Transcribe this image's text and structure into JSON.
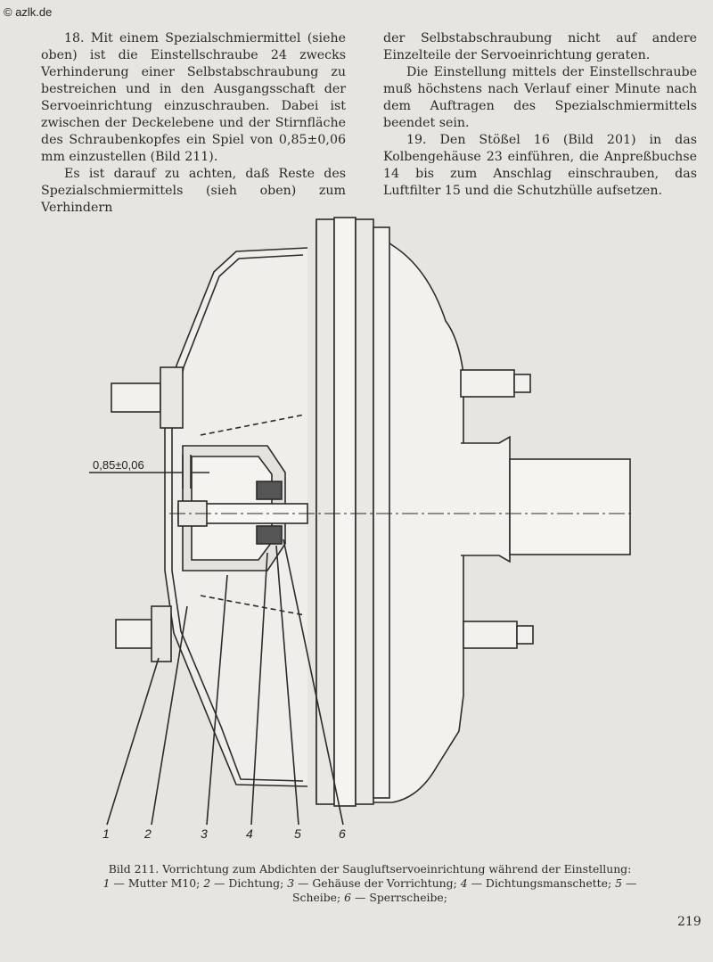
{
  "watermark": "© azlk.de",
  "left_column": {
    "p1": "18. Mit einem Spezialschmiermittel (siehe oben) ist die Einstellschraube 24 zwecks Verhinderung einer Selbstabschraubung zu bestreichen und in den Ausgangsschaft der Servoeinrichtung einzuschrauben. Dabei ist zwischen der Deckelebene und der Stirnfläche des Schraubenkopfes ein Spiel von 0,85±0,06 mm einzustellen (Bild 211).",
    "p2": "Es ist darauf zu achten, daß Reste des Spezialschmiermittels (sieh oben) zum Verhindern"
  },
  "right_column": {
    "p1": "der Selbstabschraubung nicht auf andere Einzelteile der Servoeinrichtung geraten.",
    "p2": "Die Einstellung mittels der Einstellschraube muß höchstens nach Verlauf einer Minute nach dem Auftragen des Spezialschmiermittels beendet sein.",
    "p3": "19. Den Stößel 16 (Bild 201) in das Kolbengehäuse 23 einführen, die Anpreßbuchse 14 bis zum Anschlag einschrauben, das Luftfilter 15 und die Schutzhülle aufsetzen."
  },
  "figure": {
    "dimension": "0,85±0,06",
    "labels": [
      "1",
      "2",
      "3",
      "4",
      "5",
      "6"
    ]
  },
  "caption": {
    "title": "Bild 211. Vorrichtung zum Abdichten der Saugluftservoeinrichtung während der Einstellung:",
    "items": [
      {
        "num": "1",
        "text": "Mutter M10;"
      },
      {
        "num": "2",
        "text": "Dichtung;"
      },
      {
        "num": "3",
        "text": "Gehäuse der Vorrichtung;"
      },
      {
        "num": "4",
        "text": "Dichtungsmanschette;"
      },
      {
        "num": "5",
        "text": "Scheibe;"
      },
      {
        "num": "6",
        "text": "Sperrscheibe;"
      }
    ]
  },
  "page_number": "219"
}
